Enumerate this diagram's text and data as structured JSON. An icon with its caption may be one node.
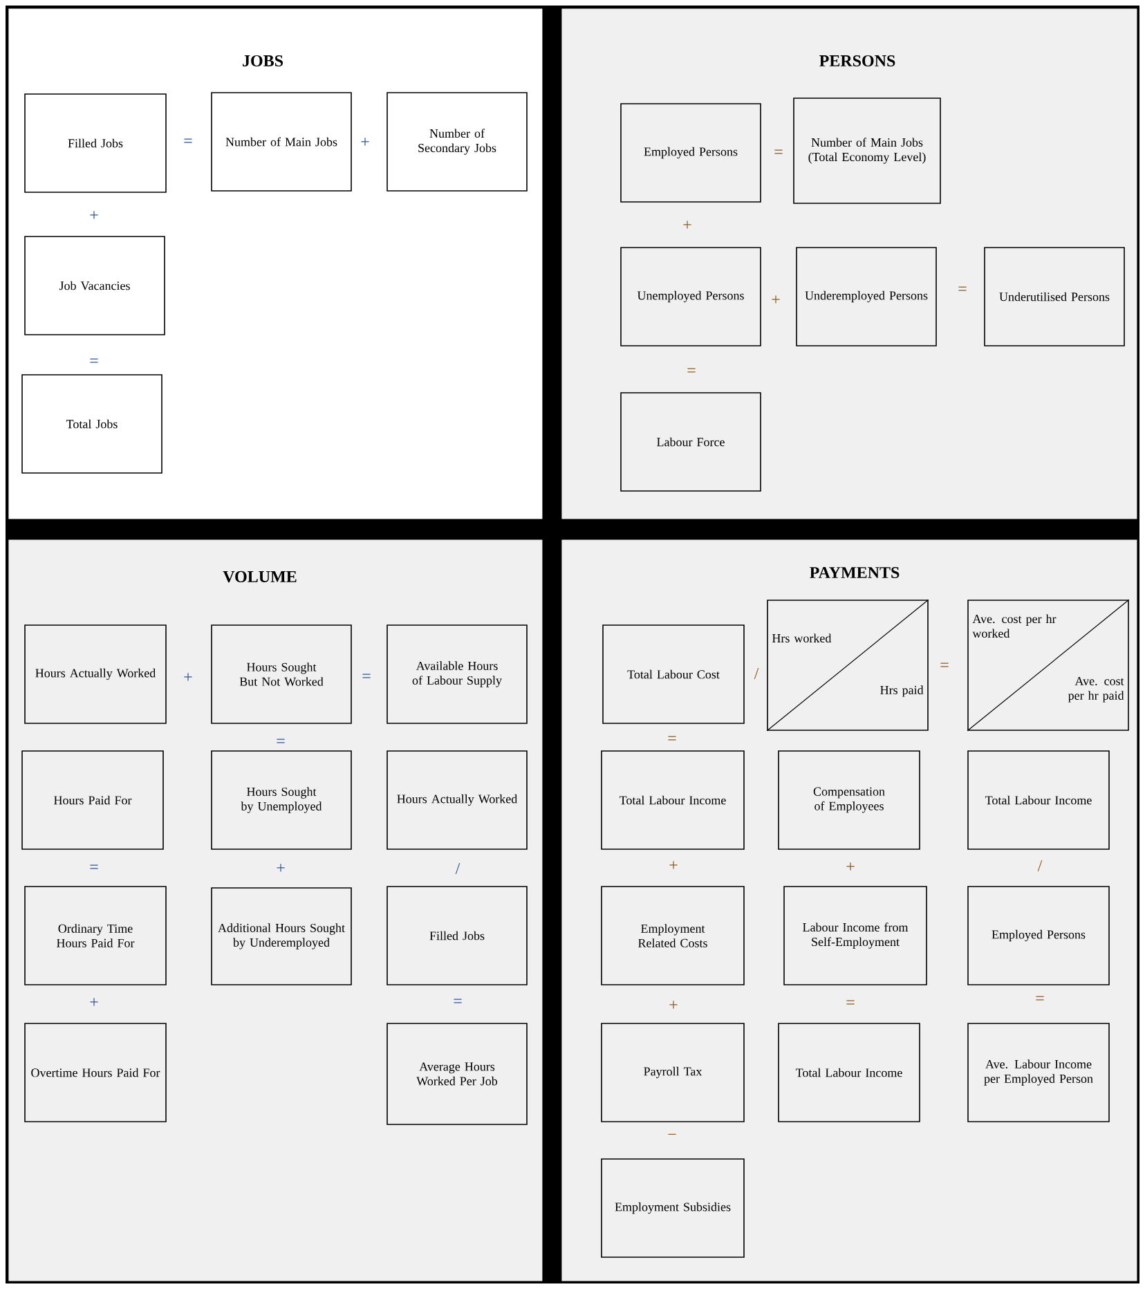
{
  "diagram": {
    "nodes": [
      {
        "text": [
          "JOBS"
        ]
      },
      {
        "text": [
          "Filled Jobs"
        ],
        "in": 0
      },
      {
        "text": [
          "Number of Main Jobs"
        ],
        "in": 0
      },
      {
        "text": [
          "Number of Secondary Jobs"
        ],
        "in": 0
      },
      {
        "text": [
          "Job Vacancies"
        ],
        "in": 0
      },
      {
        "text": [
          "Total Jobs"
        ],
        "in": 0
      },
      {
        "text": [
          "PERSONS"
        ]
      },
      {
        "text": [
          "Employed Persons"
        ],
        "in": 6
      },
      {
        "text": [
          "Number of Main Jobs (Total Economy Level)"
        ],
        "in": 6
      },
      {
        "text": [
          "Unemployed Persons"
        ],
        "in": 6
      },
      {
        "text": [
          "Underemployed Persons"
        ],
        "in": 6
      },
      {
        "text": [
          "Underutilised Persons"
        ],
        "in": 6
      },
      {
        "text": [
          "Labour Force"
        ],
        "in": 6
      },
      {
        "text": [
          "VOLUME"
        ]
      },
      {
        "text": [
          "Hours Actually Worked"
        ],
        "in": 13
      },
      {
        "text": [
          "Hours Sought But Not Worked"
        ],
        "in": 13
      },
      {
        "text": [
          "Available Hours of Labour Supply"
        ],
        "in": 13
      },
      {
        "text": [
          "Hours Paid For"
        ],
        "in": 13
      },
      {
        "text": [
          "Hours Sought by Unemployed"
        ],
        "in": 13
      },
      {
        "text": [
          "Hours Actually Worked"
        ],
        "in": 13
      },
      {
        "text": [
          "Ordinary Time Hours Paid For"
        ],
        "in": 13
      },
      {
        "text": [
          "Additional Hours Sought by Underemployed"
        ],
        "in": 13
      },
      {
        "text": [
          "Filled Jobs"
        ],
        "in": 13
      },
      {
        "text": [
          "Overtime Hours Paid For"
        ],
        "in": 13
      },
      {
        "text": [
          "Average Hours Worked Per Job"
        ],
        "in": 13
      },
      {
        "text": [
          "PAYMENTS"
        ]
      },
      {
        "text": [
          "Total Labour Cost"
        ],
        "in": 25
      },
      {
        "text": [
          "Hrs worked",
          "Hrs paid"
        ],
        "in": 25
      },
      {
        "text": [
          "Ave. cost per hr worked",
          "Ave. cost per hr paid"
        ],
        "in": 25
      },
      {
        "text": [
          "Total Labour Income"
        ],
        "in": 25
      },
      {
        "text": [
          "Compensation of Employees"
        ],
        "in": 25
      },
      {
        "text": [
          "Total Labour Income"
        ],
        "in": 25
      },
      {
        "text": [
          "Employment Related Costs"
        ],
        "in": 25
      },
      {
        "text": [
          "Labour Income from Self-Employment"
        ],
        "in": 25
      },
      {
        "text": [
          "Employed Persons"
        ],
        "in": 25
      },
      {
        "text": [
          "Payroll Tax"
        ],
        "in": 25
      },
      {
        "text": [
          "Total Labour Income"
        ],
        "in": 25
      },
      {
        "text": [
          "Ave. Labour Income per Employed Person"
        ],
        "in": 25
      },
      {
        "text": [
          "Employment Subsidies"
        ],
        "in": 25
      }
    ],
    "labels": [
      "=",
      "+",
      "+",
      "=",
      "=",
      "+",
      "+",
      "=",
      "=",
      "+",
      "=",
      "=",
      "=",
      "+",
      "/",
      "+",
      "=",
      "/",
      "=",
      "=",
      "+",
      "+",
      "/",
      "+",
      "=",
      "=",
      "−"
    ]
  }
}
